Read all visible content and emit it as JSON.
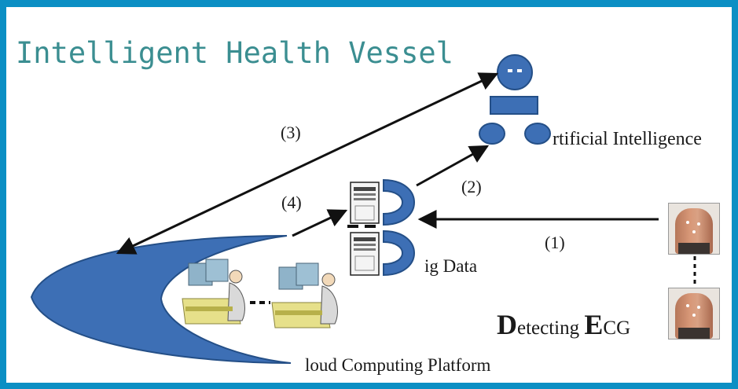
{
  "title": "Intelligent Health Vessel",
  "labels": {
    "ai": "rtificial Intelligence",
    "big_data": "ig Data",
    "cloud": "loud Computing Platform",
    "ecg_d": "D",
    "ecg_mid": "etecting ",
    "ecg_e": "E",
    "ecg_end": "CG"
  },
  "steps": {
    "s1": "(1)",
    "s2": "(2)",
    "s3": "(3)",
    "s4": "(4)"
  },
  "colors": {
    "frame": "#0b8fc4",
    "title": "#3b8e91",
    "shape_fill": "#3d6fb5",
    "shape_stroke": "#244f87"
  },
  "icons": [
    "ai-robot-icon",
    "server-icon",
    "cloud-platform-icon",
    "worker-computer-icon",
    "ecg-patient-photo"
  ]
}
